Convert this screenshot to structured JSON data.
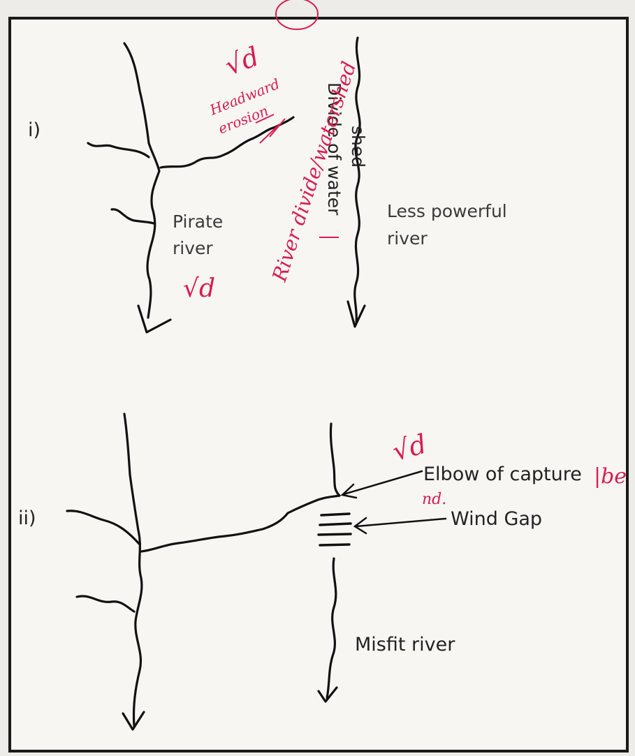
{
  "panel_i": {
    "marker": "i)",
    "pirate_river": [
      "Pirate",
      "river"
    ],
    "less_powerful_river": [
      "Less powerful",
      "river"
    ],
    "divide": [
      "Divide of water",
      "shed"
    ]
  },
  "panel_ii": {
    "marker": "ii)",
    "elbow_of_capture": "Elbow of capture",
    "wind_gap": "Wind Gap",
    "misfit_river": "Misfit river"
  },
  "annotations": {
    "check_1": "√d",
    "headward_erosion": [
      "Headward",
      "erosion"
    ],
    "river_divide": "River divide/watershed",
    "check_2": "√d",
    "check_3": "√d",
    "bend_note": "|be",
    "scribble": "nd."
  },
  "colors": {
    "ink": "#111111",
    "pen": "#d81d4f",
    "border": "#1a1a1a",
    "paper": "#f7f6f3"
  }
}
